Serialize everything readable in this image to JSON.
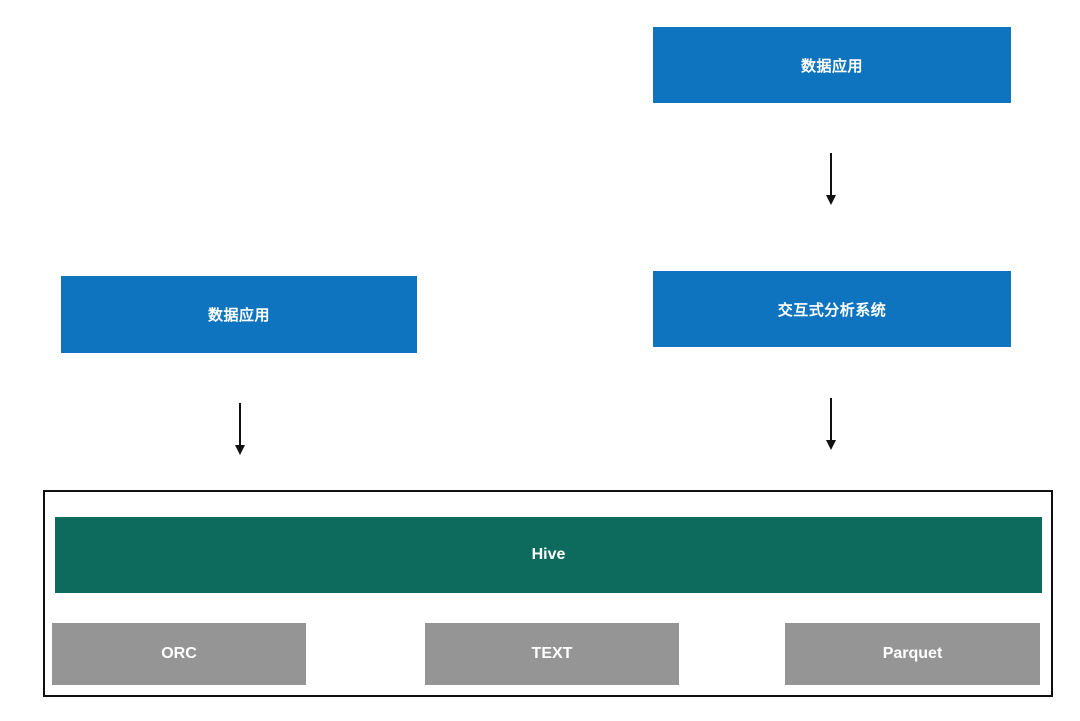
{
  "diagram": {
    "nodes": {
      "app_right": "数据应用",
      "interactive_system": "交互式分析系统",
      "app_left": "数据应用",
      "hive": "Hive",
      "orc": "ORC",
      "text": "TEXT",
      "parquet": "Parquet"
    },
    "colors": {
      "app_box": "#0f74bf",
      "hive_box": "#0c6b5c",
      "format_box": "#959595",
      "border": "#111111"
    },
    "edges": [
      {
        "from": "app_right",
        "to": "interactive_system"
      },
      {
        "from": "interactive_system",
        "to": "hive"
      },
      {
        "from": "app_left",
        "to": "hive"
      }
    ]
  }
}
